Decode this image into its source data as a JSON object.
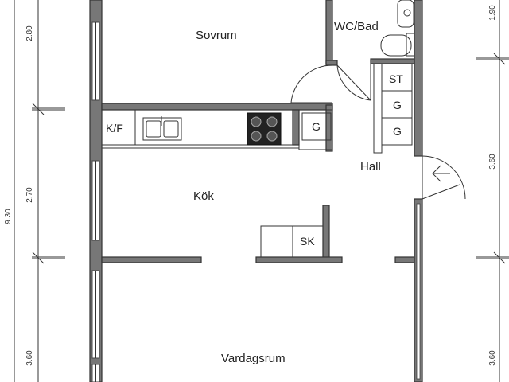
{
  "rooms": {
    "bedroom": "Sovrum",
    "wc_bath": "WC/Bad",
    "kitchen": "Kök",
    "hall": "Hall",
    "living": "Vardagsrum"
  },
  "fixtures": {
    "fridge_freezer": "K/F",
    "storage": "ST",
    "wardrobe_1": "G",
    "wardrobe_2": "G",
    "wardrobe_3": "G",
    "wardrobe_kitchen": "G",
    "cabinet": "SK"
  },
  "dimensions": {
    "total_height": "9.30",
    "left_top": "2.80",
    "left_mid": "2.70",
    "left_bottom": "3.60",
    "right_top": "1.90",
    "right_mid": "3.60",
    "right_bottom": "3.60"
  },
  "colors": {
    "wall_fill": "#777777",
    "line": "#333333"
  }
}
